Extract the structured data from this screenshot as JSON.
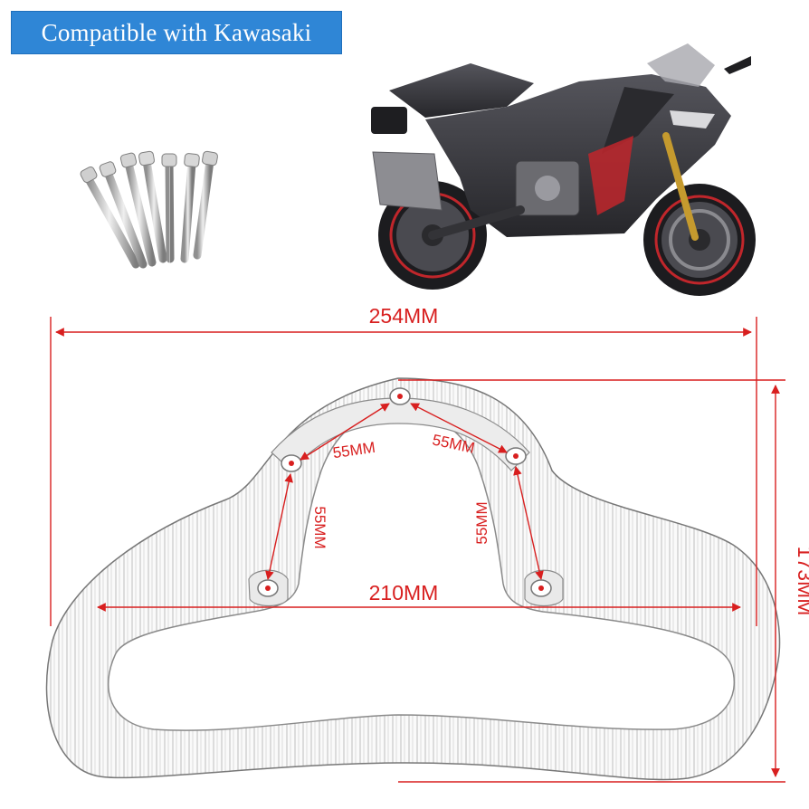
{
  "badge": {
    "text": "Compatible with Kawasaki",
    "color": "#2f86d6"
  },
  "dimensions": {
    "overall_width": "254MM",
    "overall_height": "173MM",
    "inner_width": "210MM",
    "hole_top_left": "55MM",
    "hole_top_right": "55MM",
    "hole_left_side": "55MM",
    "hole_right_side": "55MM"
  },
  "colors": {
    "dimension_line": "#d81f1f",
    "frame_line": "#666666",
    "motorcycle_body": "#3a3a3f",
    "motorcycle_accent": "#c0262b"
  },
  "images": {
    "product": "tank-grab-handle-drawing",
    "bolts": "hex-socket-bolts",
    "motorcycle": "kawasaki-sport-motorcycle"
  }
}
